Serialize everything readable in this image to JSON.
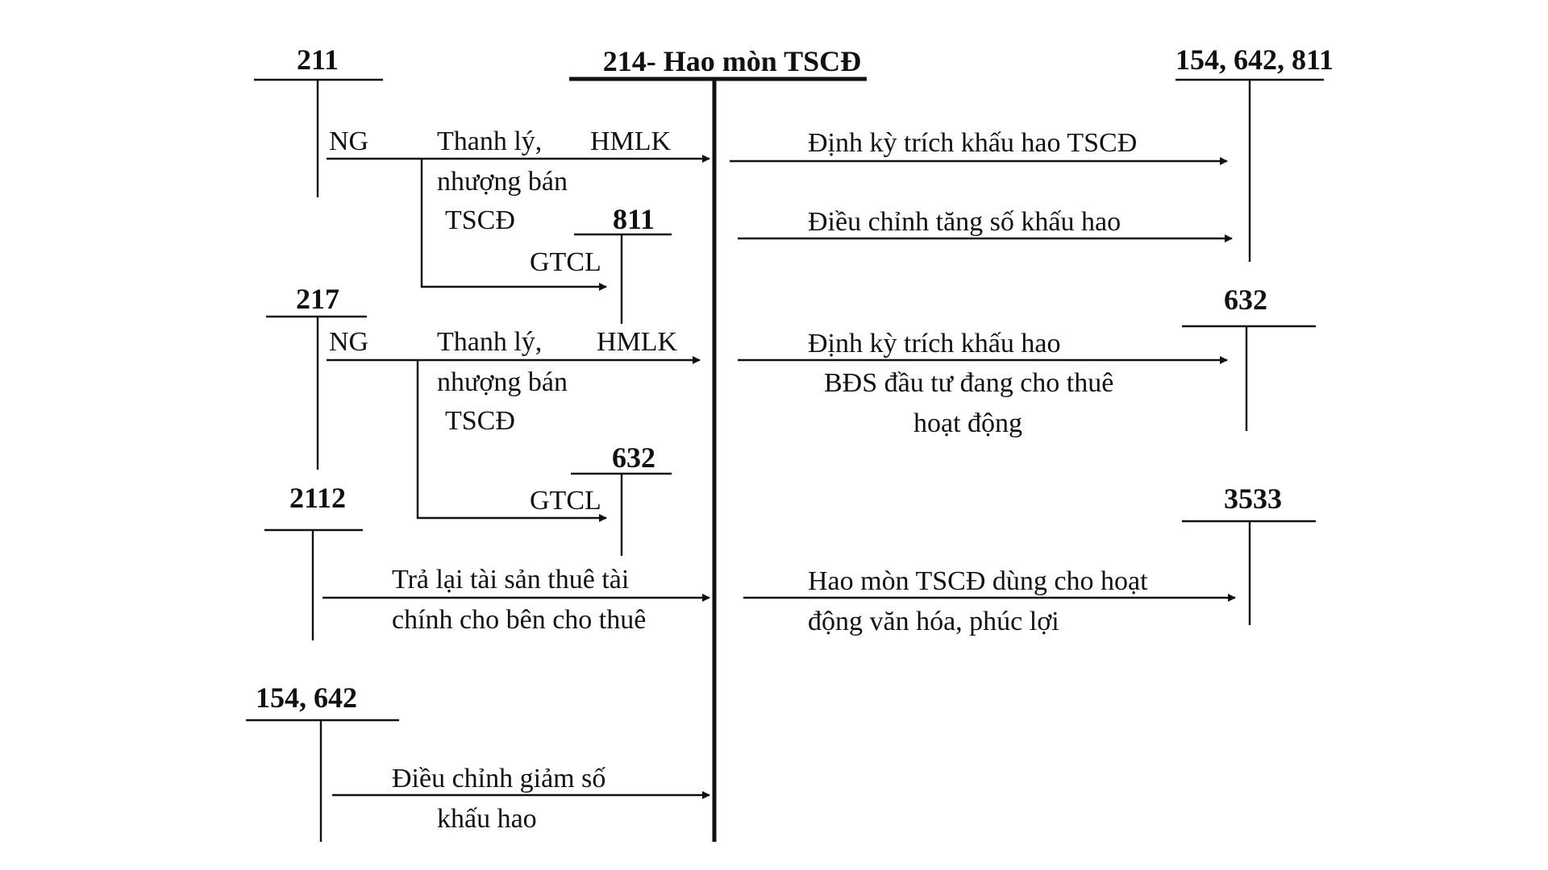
{
  "accounts": {
    "center": "214- Hao mòn TSCĐ",
    "a211": "211",
    "a217": "217",
    "a2112": "2112",
    "a154_642": "154, 642",
    "a811": "811",
    "a632_left": "632",
    "r154_642_811": "154, 642, 811",
    "r632": "632",
    "r3533": "3533"
  },
  "labels": {
    "ng_1": "NG",
    "thanh_ly_1": "Thanh lý,",
    "hmlk_1": "HMLK",
    "nhuong_ban_1": "nhượng bán",
    "tscd_1": "TSCĐ",
    "gtcl_1": "GTCL",
    "ng_2": "NG",
    "thanh_ly_2": "Thanh lý,",
    "hmlk_2": "HMLK",
    "nhuong_ban_2": "nhượng bán",
    "tscd_2": "TSCĐ",
    "gtcl_2": "GTCL",
    "tra_lai_1": "Trả lại tài sản thuê tài",
    "tra_lai_2": "chính cho bên cho thuê",
    "dieu_chinh_giam_1": "Điều chỉnh giảm số",
    "dieu_chinh_giam_2": "khấu hao",
    "dinh_ky_tscd": "Định kỳ trích khấu hao TSCĐ",
    "dieu_chinh_tang": "Điều chỉnh tăng số khấu hao",
    "dinh_ky_bds_1": "Định kỳ trích khấu hao",
    "dinh_ky_bds_2": "BĐS đầu tư đang cho thuê",
    "dinh_ky_bds_3": "hoạt động",
    "hao_mon_vh_1": "Hao mòn TSCĐ dùng cho hoạt",
    "hao_mon_vh_2": "động văn hóa, phúc lợi"
  }
}
